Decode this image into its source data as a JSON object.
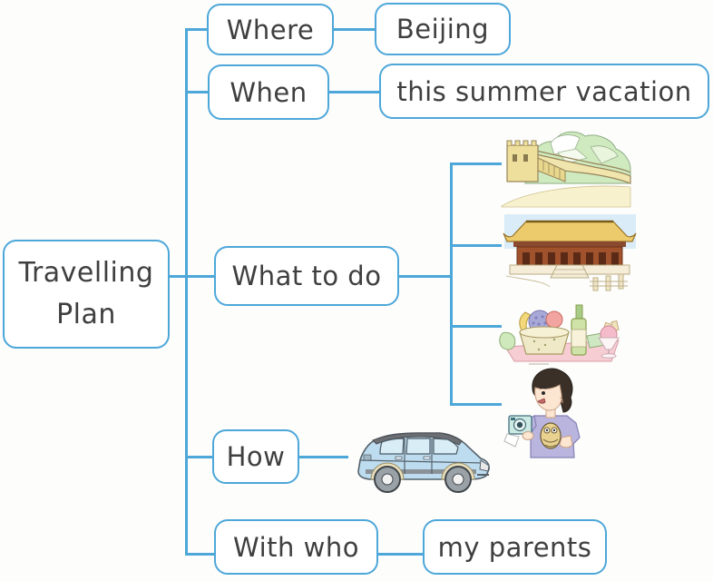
{
  "title": "Travelling Plan mind map",
  "colors": {
    "line": "#4da7d9",
    "text": "#3f3f3f"
  },
  "root": {
    "line1": "Travelling",
    "line2": "Plan"
  },
  "branches": {
    "where": {
      "label": "Where",
      "value": "Beijing"
    },
    "when": {
      "label": "When",
      "value": "this summer vacation"
    },
    "what_to_do": {
      "label": "What to do",
      "items": [
        "great-wall-illustration",
        "forbidden-city-illustration",
        "chinese-food-illustration",
        "boy-taking-photos-illustration"
      ]
    },
    "how": {
      "label": "How",
      "item": "car-illustration"
    },
    "with_who": {
      "label": "With who",
      "value": "my parents"
    }
  }
}
